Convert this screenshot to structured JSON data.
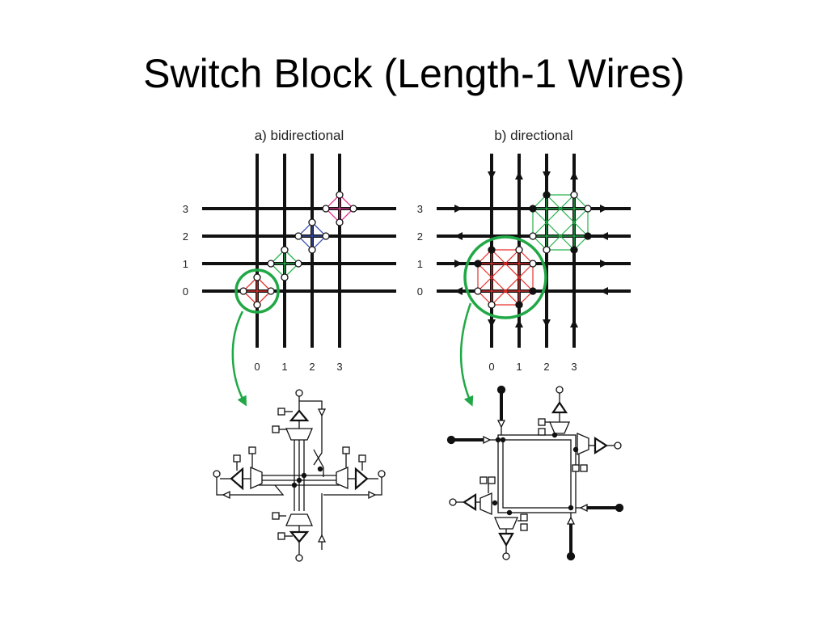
{
  "title": "Switch Block (Length-1 Wires)",
  "panel_a": {
    "label": "a) bidirectional",
    "row_labels": [
      "3",
      "2",
      "1",
      "0"
    ],
    "col_labels": [
      "0",
      "1",
      "2",
      "3"
    ]
  },
  "panel_b": {
    "label": "b) directional",
    "row_labels": [
      "3",
      "2",
      "1",
      "0"
    ],
    "col_labels": [
      "0",
      "1",
      "2",
      "3"
    ]
  },
  "colors": {
    "wire": "#111111",
    "highlight": "#21a846",
    "red": "#e8302c",
    "green": "#25b24c",
    "blue": "#3a4fb0",
    "magenta": "#e2338e"
  }
}
